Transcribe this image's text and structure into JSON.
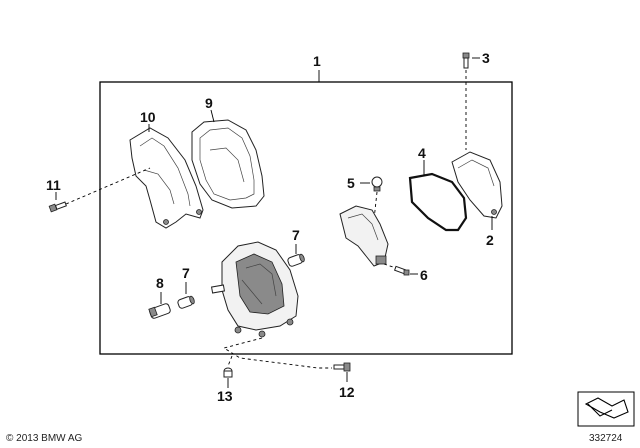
{
  "callouts": [
    {
      "id": "1",
      "label": "1"
    },
    {
      "id": "2",
      "label": "2"
    },
    {
      "id": "3",
      "label": "3"
    },
    {
      "id": "4",
      "label": "4"
    },
    {
      "id": "5",
      "label": "5"
    },
    {
      "id": "6",
      "label": "6"
    },
    {
      "id": "7a",
      "label": "7"
    },
    {
      "id": "7b",
      "label": "7"
    },
    {
      "id": "8",
      "label": "8"
    },
    {
      "id": "9",
      "label": "9"
    },
    {
      "id": "10",
      "label": "10"
    },
    {
      "id": "11",
      "label": "11"
    },
    {
      "id": "12",
      "label": "12"
    },
    {
      "id": "13",
      "label": "13"
    }
  ],
  "footer": {
    "copyright": "© 2013 BMW AG",
    "diagram_number": "332724"
  },
  "icons": {
    "navigation": "bent-arrow-icon"
  }
}
